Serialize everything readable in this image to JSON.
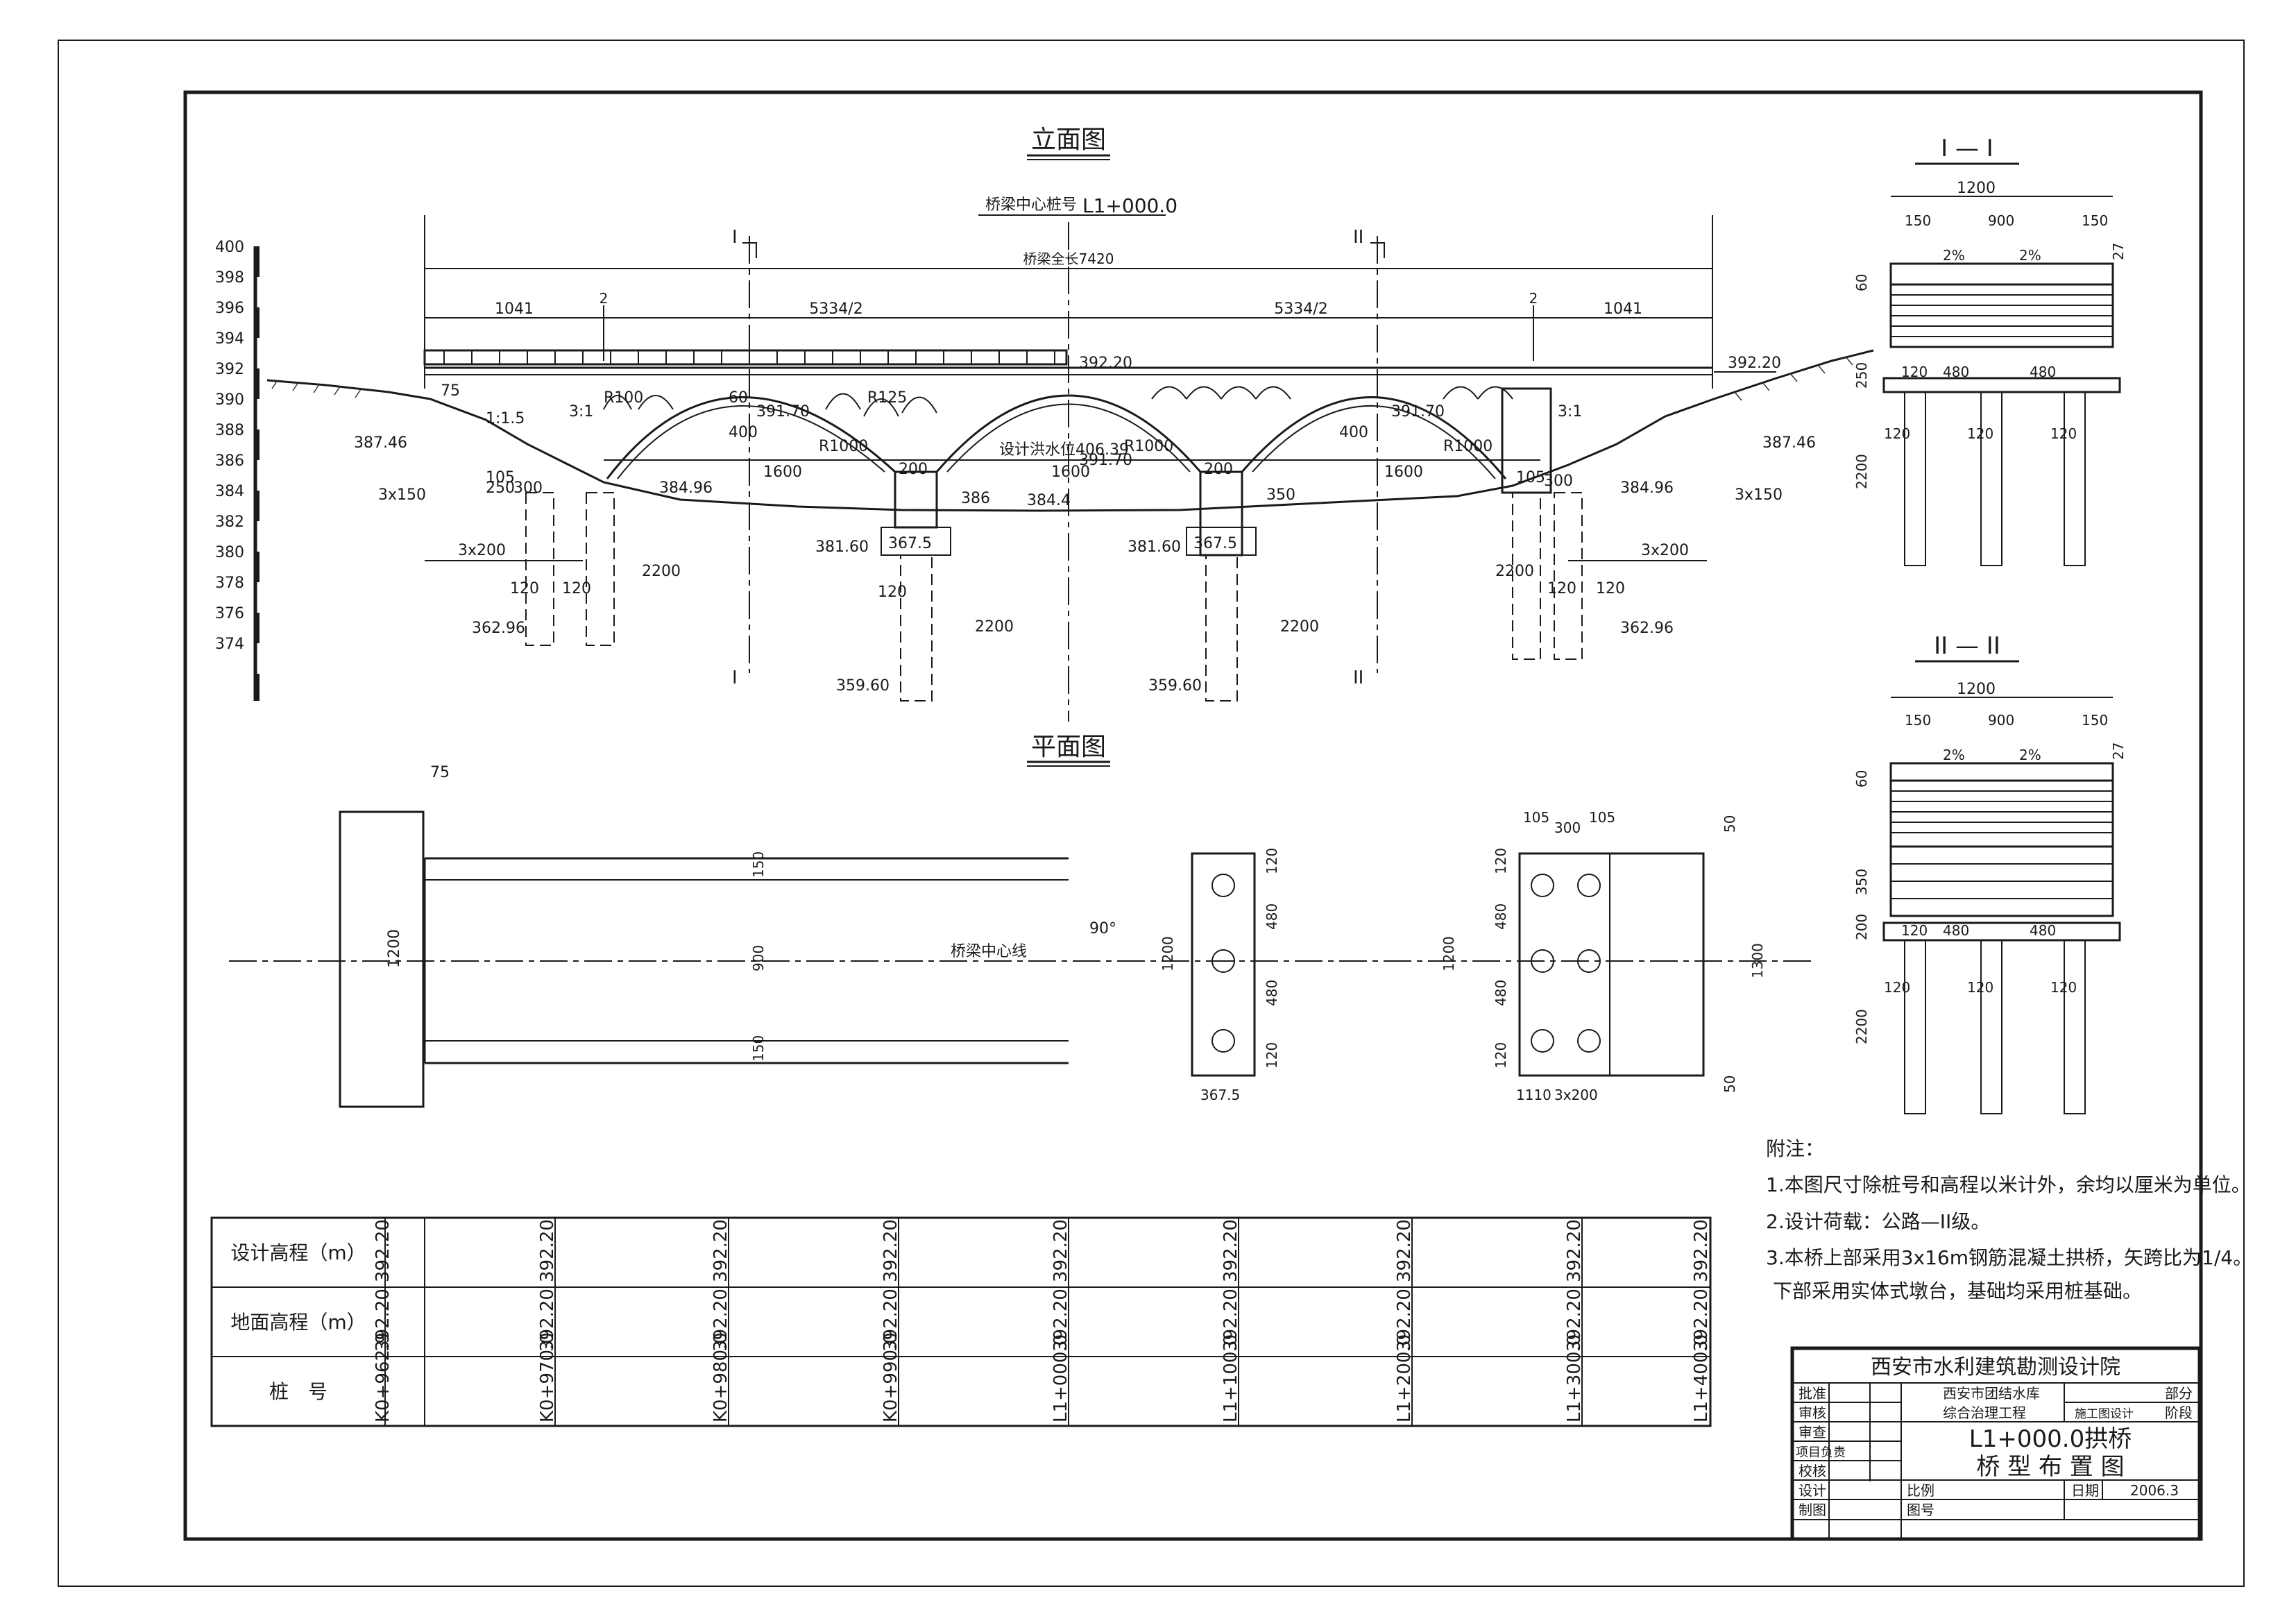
{
  "views": {
    "elevation_title": "立面图",
    "plan_title": "平面图",
    "section1_title": "I — I",
    "section2_title": "II — II"
  },
  "elevation": {
    "center_pile_label": "桥梁中心桩号",
    "center_pile_value": "L1+000.0",
    "total_length": "桥梁全长7420",
    "span_half_left": "5334/2",
    "span_half_right": "5334/2",
    "abutment_left": "1041",
    "abutment_right": "1041",
    "mark_2": "2",
    "section_mark_1": "I",
    "section_mark_2": "II",
    "deck_elev_left": "392.20",
    "deck_elev_right": "392.20",
    "springing_elev_1": "391.70",
    "springing_elev_2": "391.70",
    "springing_elev_3": "391.70",
    "design_flood": "设计洪水位406.39",
    "ground_elev_left": "387.46",
    "ground_elev_right": "387.46",
    "bottom_elev_left": "384.96",
    "bottom_elev_right": "384.96",
    "riverbed_elev": "384.4",
    "pier_cap_elev_1": "381.60",
    "pier_cap_elev_2": "381.60",
    "pile_tip_abut_left": "362.96",
    "pile_tip_abut_right": "362.96",
    "pile_tip_pier_1": "359.60",
    "pile_tip_pier_2": "359.60",
    "radius_main": "R1000",
    "radius_small": "R100",
    "radius_small2": "R125",
    "span_1600": "1600",
    "dim_200": "200",
    "dim_400": "400",
    "dim_60": "60",
    "dim_75": "75",
    "dim_105": "105",
    "dim_300": "300",
    "dim_250": "250",
    "dim_120": "120",
    "dim_2200": "2200",
    "dim_3x150": "3x150",
    "dim_3x200": "3x200",
    "dim_367_5": "367.5",
    "dim_386": "386",
    "dim_350": "350",
    "slope_1_1_5": "1:1.5",
    "slope_3_1": "3:1",
    "scale_ticks": [
      "400",
      "398",
      "396",
      "394",
      "392",
      "390",
      "388",
      "386",
      "384",
      "382",
      "380",
      "378",
      "376",
      "374"
    ]
  },
  "plan": {
    "center_line": "桥梁中心线",
    "angle": "90°",
    "dim_75": "75",
    "dim_1200": "1200",
    "dim_150": "150",
    "dim_900": "900",
    "dim_120": "120",
    "dim_480": "480",
    "dim_367_5": "367.5",
    "dim_105": "105",
    "dim_300": "300",
    "dim_50": "50",
    "dim_1300": "1300",
    "dim_1110": "1110",
    "dim_3x200": "3x200"
  },
  "section": {
    "dim_1200": "1200",
    "dim_150": "150",
    "dim_900": "900",
    "dim_60": "60",
    "dim_27": "27",
    "slope": "2%",
    "dim_250": "250",
    "dim_120": "120",
    "dim_480": "480",
    "dim_2200": "2200",
    "dim_350": "350",
    "dim_200": "200"
  },
  "notes": {
    "heading": "附注：",
    "line1": "1.本图尺寸除桩号和高程以米计外，余均以厘米为单位。",
    "line2": "2.设计荷载：公路—II级。",
    "line3": "3.本桥上部采用3x16m钢筋混凝土拱桥，矢跨比为1/4。",
    "line4": "下部采用实体式墩台，基础均采用桩基础。"
  },
  "profile_table": {
    "row_design": "设计高程（m）",
    "row_ground": "地面高程（m）",
    "row_pile": "桩　号",
    "design_values": [
      "392.20",
      "392.20",
      "392.20",
      "392.20",
      "392.20",
      "392.20",
      "392.20",
      "392.20",
      "392.20"
    ],
    "ground_values": [
      "392.20",
      "392.20",
      "392.20",
      "392.20",
      "392.20",
      "392.20",
      "392.20",
      "392.20",
      "392.20"
    ],
    "pile_values": [
      "K0+962.9",
      "K0+970.0",
      "K0+980.0",
      "K0+990.0",
      "L1+000.0",
      "L1+100.0",
      "L1+200.0",
      "L1+300.0",
      "L1+400.0"
    ]
  },
  "title_block": {
    "institute": "西安市水利建筑勘测设计院",
    "approve": "批准",
    "verify": "审核",
    "check": "审查",
    "project_lead": "项目负责",
    "proofread": "校核",
    "design": "设计",
    "draw": "制图",
    "project_1": "西安市团结水库",
    "project_2": "综合治理工程",
    "part": "部分",
    "stage_label": "施工图设计",
    "stage": "阶段",
    "drawing_title_1": "L1+000.0拱桥",
    "drawing_title_2": "桥 型 布 置 图",
    "scale_label": "比例",
    "date_label": "日期",
    "date_value": "2006.3",
    "drawing_no_label": "图号"
  }
}
